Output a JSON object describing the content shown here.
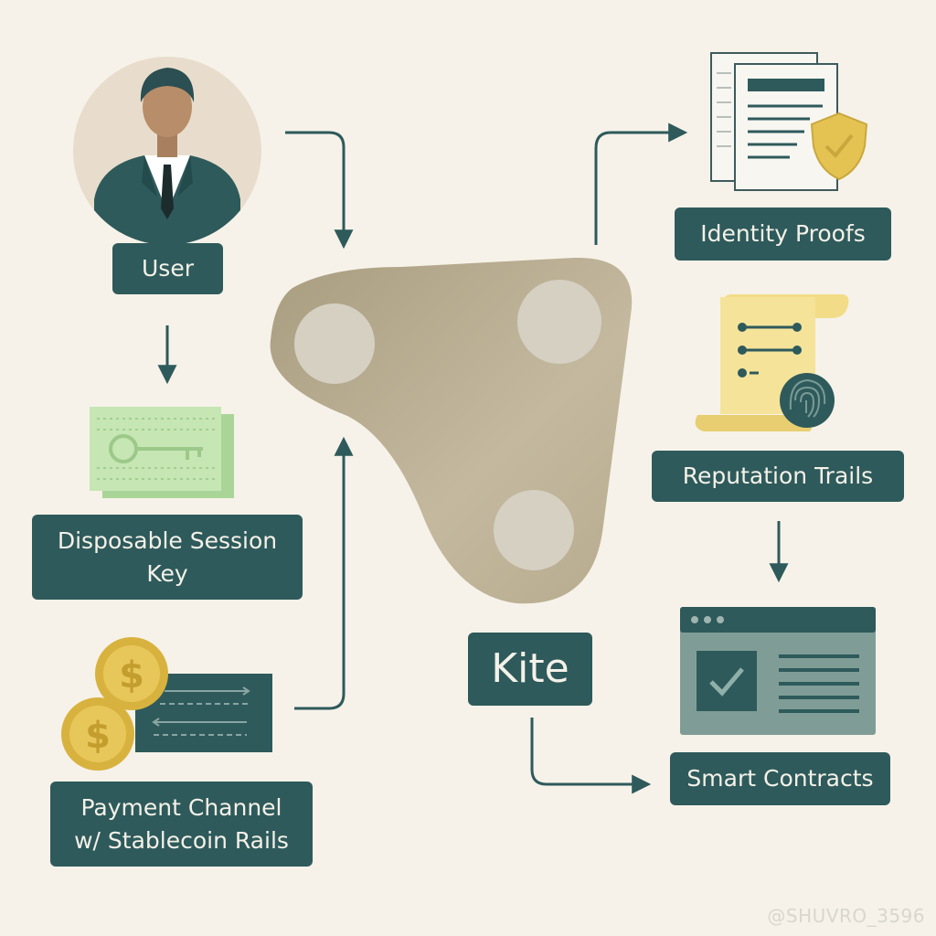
{
  "nodes": {
    "user": "User",
    "session_key_line1": "Disposable Session",
    "session_key_line2": "Key",
    "payment_line1": "Payment Channel",
    "payment_line2": "w/ Stablecoin Rails",
    "kite": "Kite",
    "identity": "Identity Proofs",
    "reputation": "Reputation Trails",
    "contracts": "Smart Contracts"
  },
  "icons": {
    "user": "businessman-avatar-icon",
    "session_key": "key-card-icon",
    "payment": "coins-transfer-icon",
    "kite": "kite-triangle-icon",
    "identity": "document-shield-icon",
    "reputation": "scroll-fingerprint-icon",
    "contracts": "browser-checkbox-icon"
  },
  "colors": {
    "label_bg": "#2e5a5b",
    "label_text": "#f4f1e8",
    "background": "#f6f2e9",
    "arrow": "#2e5a5b",
    "kite": "#b9ae93",
    "gold": "#e5c353",
    "mint": "#bfe0ae"
  },
  "watermark": "@SHUVRO_3596"
}
